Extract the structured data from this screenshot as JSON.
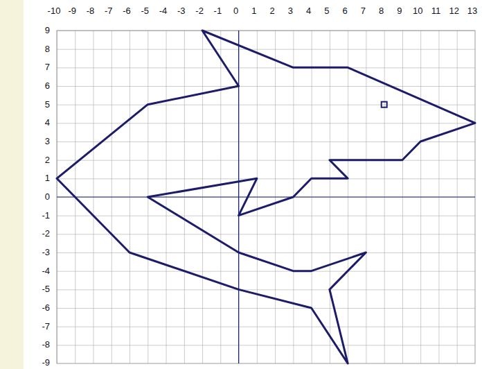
{
  "diagram": {
    "labels": [
      "-10",
      "-9",
      "-8",
      "-7",
      "-6",
      "-5",
      "-4",
      "-3",
      "-2",
      "-1",
      "0",
      "1",
      "2",
      "3",
      "4",
      "5",
      "6",
      "7",
      "8",
      "9",
      "10",
      "11",
      "12",
      "13",
      "9",
      "8",
      "7",
      "6",
      "5",
      "4",
      "3",
      "2",
      "1",
      "0",
      "-1",
      "-2",
      "-3",
      "-4",
      "-5",
      "-6",
      "-7",
      "-8",
      "-9"
    ]
  }
}
